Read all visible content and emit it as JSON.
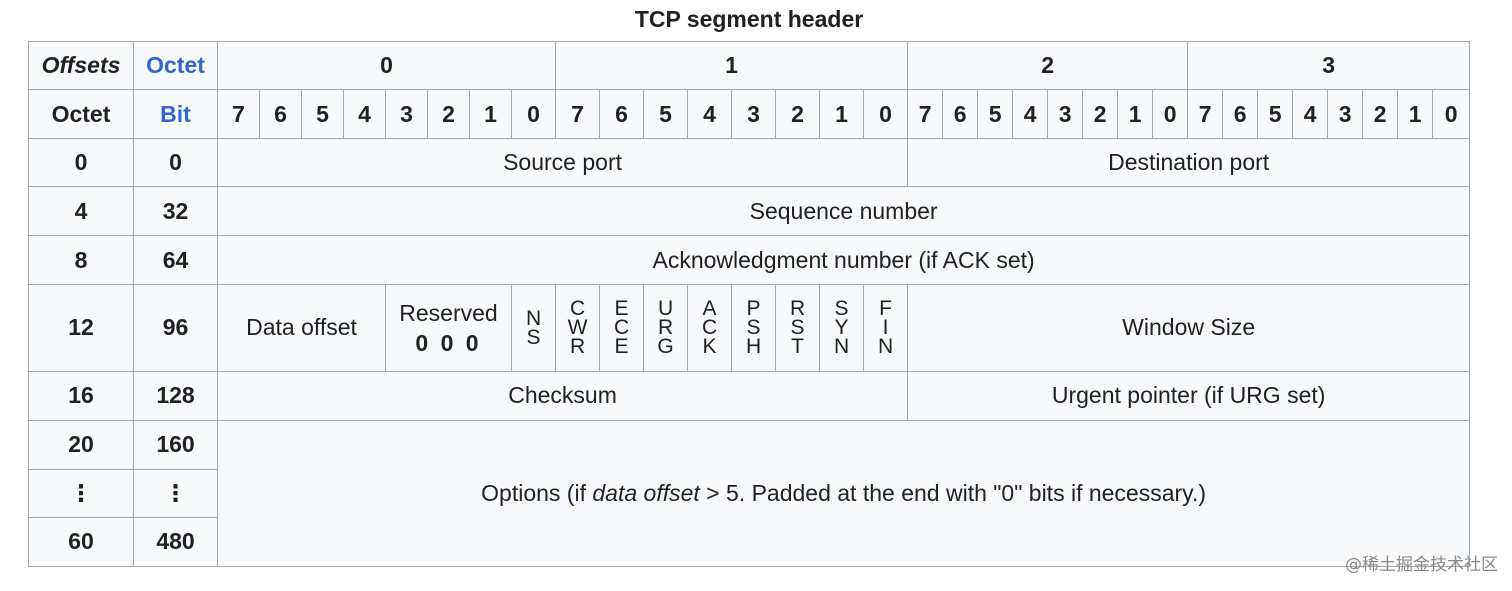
{
  "caption": "TCP segment header",
  "corner": {
    "offsets_label": "Offsets",
    "octet_label_top": "Octet",
    "octet_label": "Octet",
    "bit_label": "Bit"
  },
  "octet_headers": [
    "0",
    "1",
    "2",
    "3"
  ],
  "bit_numbers": [
    "7",
    "6",
    "5",
    "4",
    "3",
    "2",
    "1",
    "0"
  ],
  "rows": [
    {
      "octet": "0",
      "bit": "0"
    },
    {
      "octet": "4",
      "bit": "32"
    },
    {
      "octet": "8",
      "bit": "64"
    },
    {
      "octet": "12",
      "bit": "96"
    },
    {
      "octet": "16",
      "bit": "128"
    },
    {
      "octet": "20",
      "bit": "160"
    },
    {
      "octet": "⋮",
      "bit": "⋮"
    },
    {
      "octet": "60",
      "bit": "480"
    }
  ],
  "fields": {
    "source_port": "Source port",
    "destination_port": "Destination port",
    "sequence_number": "Sequence number",
    "ack_number": "Acknowledgment number (if ACK set)",
    "data_offset": "Data offset",
    "reserved_label": "Reserved",
    "reserved_bits": "0 0 0",
    "window_size": "Window Size",
    "checksum": "Checksum",
    "urgent_pointer": "Urgent pointer (if URG set)",
    "options_pre": "Options (if ",
    "options_em": "data offset",
    "options_post": " > 5. Padded at the end with \"0\" bits if necessary.)"
  },
  "flags": [
    {
      "name": "NS",
      "letters": [
        "N",
        "S"
      ]
    },
    {
      "name": "CWR",
      "letters": [
        "C",
        "W",
        "R"
      ]
    },
    {
      "name": "ECE",
      "letters": [
        "E",
        "C",
        "E"
      ]
    },
    {
      "name": "URG",
      "letters": [
        "U",
        "R",
        "G"
      ]
    },
    {
      "name": "ACK",
      "letters": [
        "A",
        "C",
        "K"
      ]
    },
    {
      "name": "PSH",
      "letters": [
        "P",
        "S",
        "H"
      ]
    },
    {
      "name": "RST",
      "letters": [
        "R",
        "S",
        "T"
      ]
    },
    {
      "name": "SYN",
      "letters": [
        "S",
        "Y",
        "N"
      ]
    },
    {
      "name": "FIN",
      "letters": [
        "F",
        "I",
        "N"
      ]
    }
  ],
  "watermark": "@稀土掘金技术社区",
  "colors": {
    "header_bg": "#eaecf0",
    "cell_bg": "#f8f9fa",
    "options_bg": "#f4d4d4",
    "border": "#a2a9b1",
    "blue_text": "#3366cc"
  }
}
